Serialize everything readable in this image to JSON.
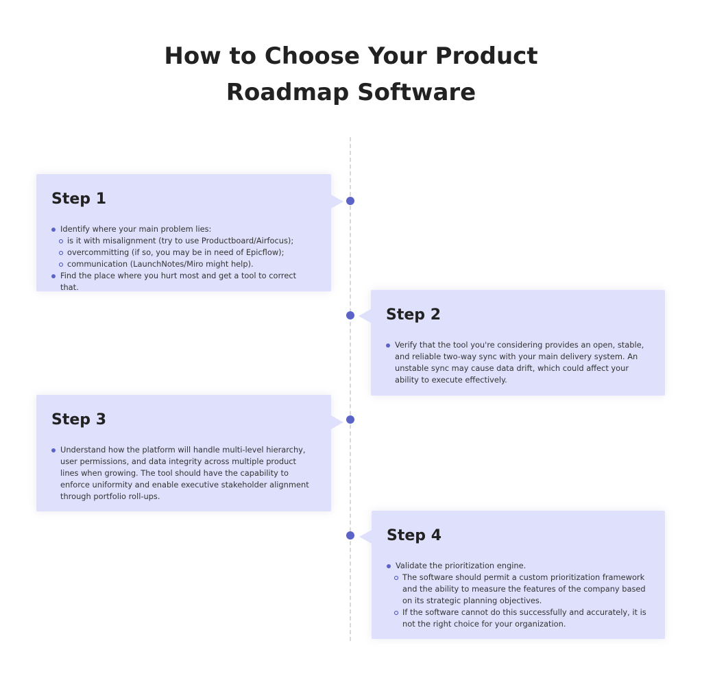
{
  "title": {
    "line1": "How to Choose Your Product",
    "line2": "Roadmap Software"
  },
  "steps": [
    {
      "heading": "Step 1",
      "items": [
        {
          "level": 1,
          "text": "Identify where your main problem lies:"
        },
        {
          "level": 2,
          "text": "is it with misalignment (try to use Productboard/Airfocus);"
        },
        {
          "level": 2,
          "text": "overcommitting (if so, you may be in need of Epicflow);"
        },
        {
          "level": 2,
          "text": "communication (LaunchNotes/Miro might help)."
        },
        {
          "level": 1,
          "text": "Find the place where you hurt most and get a tool to correct that."
        }
      ]
    },
    {
      "heading": "Step 2",
      "items": [
        {
          "level": 1,
          "text": "Verify that the tool you're considering provides an open, stable, and reliable two-way sync with your main delivery system. An unstable sync may cause data drift, which could affect your ability to execute effectively."
        }
      ]
    },
    {
      "heading": "Step 3",
      "items": [
        {
          "level": 1,
          "text": "Understand how the platform will handle multi-level hierarchy, user permissions, and data integrity across multiple product lines when growing. The tool should have the capability to enforce uniformity and enable executive stakeholder alignment through portfolio roll-ups."
        }
      ]
    },
    {
      "heading": "Step 4",
      "items": [
        {
          "level": 1,
          "text": "Validate the prioritization engine."
        },
        {
          "level": 2,
          "text": "The software should permit a custom prioritization framework and the ability to measure the features of the company based on its strategic planning objectives."
        },
        {
          "level": 2,
          "text": "If the software cannot do this successfully and accurately, it is not the right choice for your organization."
        }
      ]
    }
  ],
  "colors": {
    "accent": "#5b63c7",
    "card": "#dfe0fc"
  }
}
